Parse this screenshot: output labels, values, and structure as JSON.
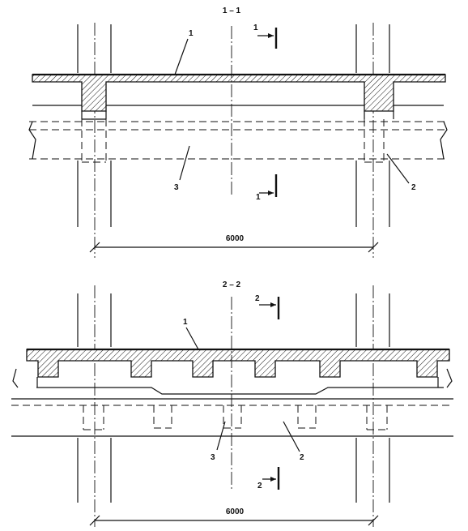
{
  "section_a": {
    "title": "1 – 1",
    "dimension": "6000",
    "callouts": [
      "1",
      "2",
      "3"
    ],
    "cut_mark": "1"
  },
  "section_b": {
    "title": "2 – 2",
    "dimension": "6000",
    "callouts": [
      "1",
      "2",
      "3"
    ],
    "cut_mark": "2"
  }
}
